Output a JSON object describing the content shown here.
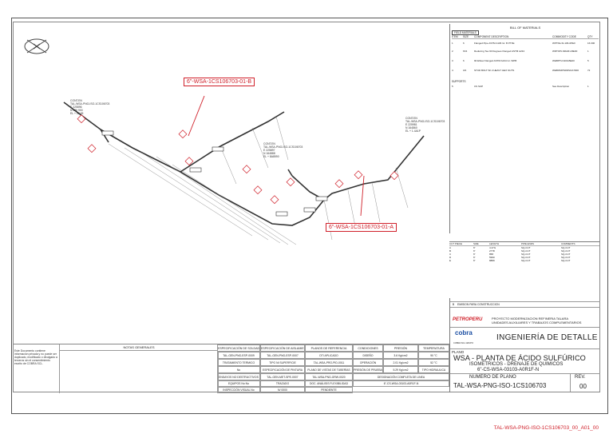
{
  "tags": {
    "top": "6\"-WSA-1CS106703-01-B",
    "bottom": "6\"-WSA-1CS106703-01-A"
  },
  "bom": {
    "title": "BILL OF MATERIALS",
    "section": "FIELD MATERIALS",
    "header": [
      "ITEM",
      "SIZE",
      "COMPONENT DESCRIPTION",
      "COMMODITY CODE",
      "QTY"
    ],
    "rows": [
      {
        "item": "1",
        "size": "6",
        "desc": "Flanged Pipe ASTM A106 Gr. B PTFE",
        "code": "WPTFE-SI-106-0PE0",
        "qty": "16.000"
      },
      {
        "item": "2",
        "size": "6X4",
        "desc": "Reducing Tee 90 Degrees Flanged ASTM A234",
        "code": "WRTOPLNRAR1-BE00",
        "qty": "1"
      },
      {
        "item": "3",
        "size": "6",
        "desc": "90 Elbow Flanged ASTM A234 Gr. WPB",
        "code": "WEBPTLN100-BE00",
        "qty": "5"
      },
      {
        "item": "4",
        "size": "3/4",
        "desc": "STUD BOLT W/ 2 HEAVY HEX NUTS",
        "code": "WEBOMPSRDSOA7000",
        "qty": "72"
      }
    ],
    "supports_label": "SUPPORTS",
    "support_row": {
      "item": "5",
      "desc": "CS SUP",
      "code": "See Description",
      "qty": "1"
    }
  },
  "cut_list": {
    "header": [
      "CUT PIECE",
      "SIZE",
      "LENGTH",
      "PIPE ENDS",
      "COMMENTS"
    ],
    "rows": [
      [
        "A",
        "6\"",
        "4.47G",
        "SQ-CUT",
        "SQ-CUT"
      ],
      [
        "B",
        "6\"",
        "2778",
        "SQ-CUT",
        "SQ-CUT"
      ],
      [
        "C",
        "6\"",
        "858",
        "SQ-CUT",
        "SQ-CUT"
      ],
      [
        "D",
        "6\"",
        "5990",
        "SQ-CUT",
        "SQ-CUT"
      ],
      [
        "E",
        "6\"",
        "8889",
        "SQ-CUT",
        "SQ-CUT"
      ]
    ]
  },
  "revision": {
    "code": "B",
    "text": "EMISION PARA CONSTRUCCION"
  },
  "project": {
    "logo": "PETROPERU",
    "line1": "PROYECTO MODERNIZACION REFINERIA TALARA",
    "line2": "UNIDADES AUXILIARES Y TRABAJOS COMPLEMENTARIOS"
  },
  "company": {
    "logo": "cobra",
    "sub": "COBRA SCL GRUPO",
    "title": "INGENIERÍA DE DETALLE"
  },
  "plano": {
    "label": "PLANO",
    "title": "WSA - PLANTA DE ÁCIDO SULFÚRICO",
    "subtitle": "ISOMETRICOS - DRENAJE DE QUIMICOS",
    "line": "6\"-CS-WSA-03103-A0R1F-N",
    "number_label": "NUMERO DE PLANO",
    "number": "TAL-WSA-PNG-ISO-1CS106703",
    "rev_label": "REV.",
    "rev": "00"
  },
  "notes_title": "NOTAS GENERALES",
  "left_note": "Este Documento contiene información privada y no puede ser duplicado, modificado o divulgado a terceros sin el consentimiento escrito de COBRA SCL.",
  "table": {
    "r1": [
      "ESPECIFICACIÓN DE SOLDADURA",
      "ESPECIFICACIÓN DE AISLAMIENTO",
      "PLANOS DE REFERENCIA",
      "CONDICIONES",
      "PRESIÓN",
      "TEMPERATURA"
    ],
    "r2": [
      "TAL-GEN-PNG-ESP-0009",
      "TAL-GEN-PNG-ESP-0007",
      "DTI APLICADO",
      "DISEÑO",
      "3.6  Kg/cm2",
      "90 °C"
    ],
    "r3": [
      "TRATAMIENTO TERMICO",
      "TIPO  NI  SUPERFICIE",
      "TAL-WSA-PRO-PID-0011",
      "OPERACIÓN",
      "2.01 Kg/cm2",
      "52 °C"
    ],
    "r4": [
      "No",
      "ESPECIFICACIÓN DE PINTURA",
      "PLANO DE VISTAS DE TUBERÍAS",
      "PRESIÓN DE PRUEBA",
      "5.29 Kg/cm2",
      "TIPO  HIDRAULICA"
    ],
    "r5": [
      "ENSAYOS NO DESTRUCTIVOS",
      "TAL-GEN-MET-SPE-0007",
      "TAL-WSA-PNG-GRW-0020",
      "DESIGNACIÓN COMPLETA DE LINEA"
    ],
    "r6": [
      "EQUIPOS  No  No",
      "TRAZADO",
      "DOC. ANÁLISIS FLEXIBILIDAD",
      "6\"-CS-WSA-03103-A0R1F-N"
    ],
    "r7": [
      "INSPECCIÓN VISUAL  No",
      "N/ 0000",
      "PENDIENTE"
    ]
  },
  "coords_left": {
    "name": "CONT.EN",
    "ref": "TAL-WSA-PNG-ISO-1CS106703",
    "e": "E 225896",
    "n": "N 166 900",
    "el": "EL + 12.65"
  },
  "coords_mid": {
    "name": "CONT.EN",
    "ref": "TAL-WSA-PNG-ISO-1CS106703",
    "e": "E 225897",
    "n": "N 164888",
    "el": "EL + 8A8590"
  },
  "coords_right": {
    "name": "CONT.EN",
    "ref": "TAL-WSA-PNG-ISO-1CS106703",
    "e": "E 225981",
    "n": "N 164860",
    "el": "EL + 1.4A1P"
  },
  "file_name": "TAL-WSA-PNG-ISO-1CS106703_00_A01_00"
}
